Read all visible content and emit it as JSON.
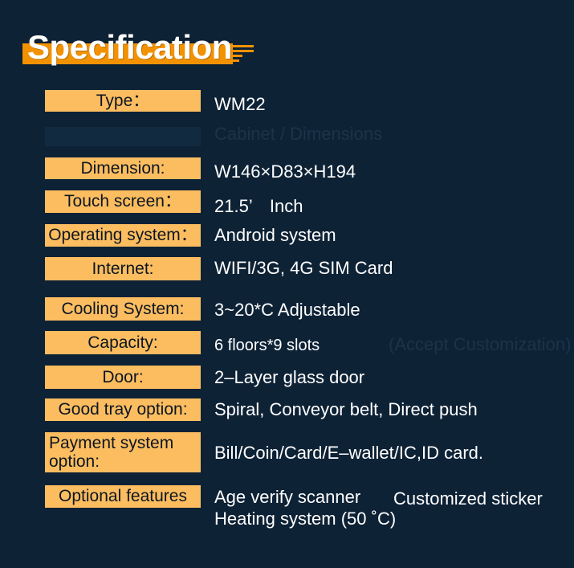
{
  "title": "Specification",
  "colors": {
    "background": "#0e2236",
    "accent_orange": "#f39200",
    "label_fill": "#fbbd60",
    "text_white": "#ffffff"
  },
  "specs": [
    {
      "label": "Type：",
      "value": "WM22"
    },
    {
      "label": "Dimension:",
      "value": "W146×D83×H194"
    },
    {
      "label": "Touch screen：",
      "value": "21.5’　Inch"
    },
    {
      "label": "Operating system：",
      "value": "Android system"
    },
    {
      "label": "Internet:",
      "value": "WIFI/3G, 4G SIM Card"
    },
    {
      "label": "Cooling System:",
      "value": "3~20*C Adjustable"
    },
    {
      "label": "Capacity:",
      "value": "6 floors*9 slots"
    },
    {
      "label": "Door:",
      "value": "2–Layer glass door"
    },
    {
      "label": "Good tray option:",
      "value": "Spiral, Conveyor belt, Direct push"
    },
    {
      "label": "Payment system option:",
      "label_line1": "Payment system",
      "label_line2": "option:",
      "value": "Bill/Coin/Card/E–wallet/IC,ID card."
    },
    {
      "label": "Optional features",
      "value": "Age verify scanner",
      "value_extra": "Customized sticker",
      "value_line2": "Heating system (50 ˚C)"
    }
  ],
  "ghost_texts": {
    "row2_value": "Cabinet / Dimensions",
    "capacity_note": "(Accept Customization)"
  }
}
